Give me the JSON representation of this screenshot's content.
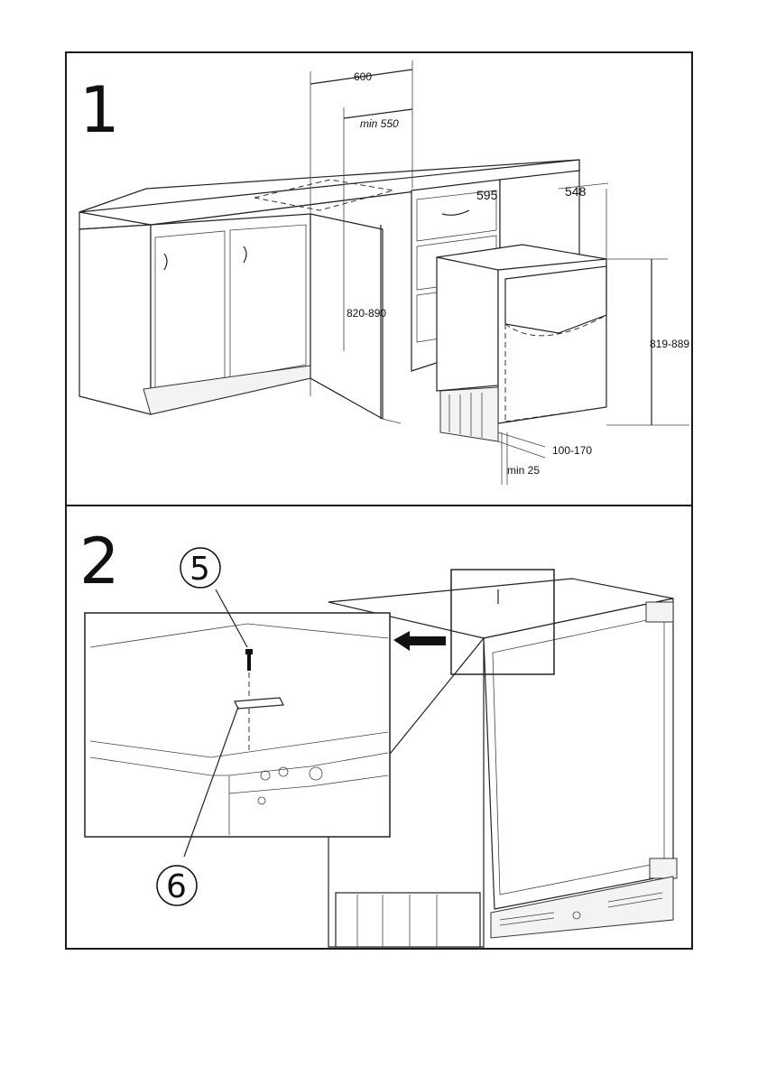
{
  "steps": {
    "step1": {
      "number": "1",
      "dimensions": {
        "depth_total": "600",
        "depth_min": "min 550",
        "width": "595",
        "appliance_depth": "548",
        "cabinet_height": "820-890",
        "appliance_height": "819-889",
        "plinth_height": "100-170",
        "min_gap": "min 25"
      }
    },
    "step2": {
      "number": "2",
      "callouts": {
        "screw": "5",
        "bracket": "6"
      }
    }
  },
  "icons": {
    "arrow": "left-arrow-icon",
    "screw": "screw-icon",
    "bracket": "bracket-icon"
  },
  "colors": {
    "line": "#222222",
    "frame": "#1a1a1a",
    "background": "#ffffff"
  }
}
